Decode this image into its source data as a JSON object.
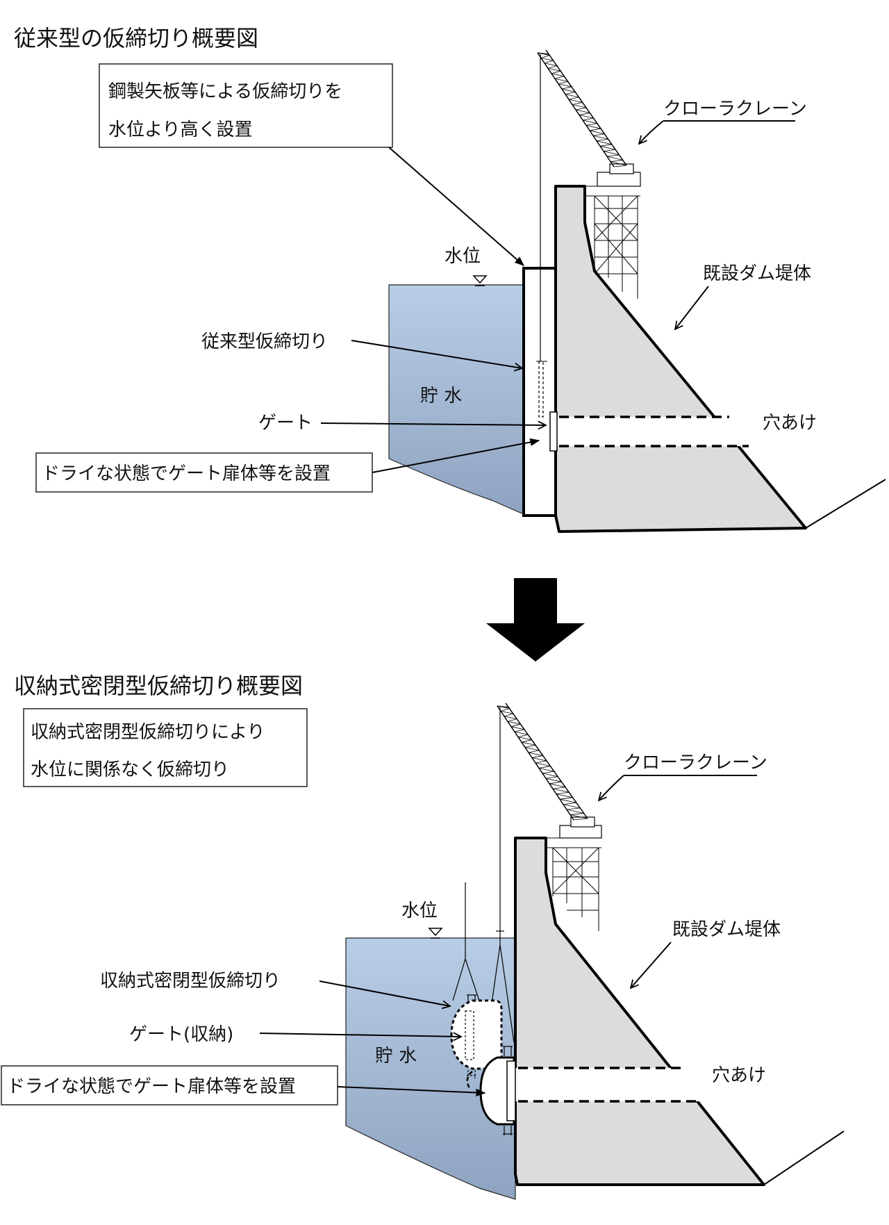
{
  "colors": {
    "water_top": "#b9cde6",
    "water_bottom": "#8ea3c0",
    "dam_fill": "#dcdcdc",
    "outline": "#000000",
    "arrow": "#000000"
  },
  "top": {
    "title": "従来型の仮締切り概要図",
    "callout_lines": [
      "鋼製矢板等による仮締切りを",
      "水位より高く設置"
    ],
    "labels": {
      "crane": "クローラクレーン",
      "water_level": "水位",
      "dam_body": "既設ダム堤体",
      "cofferdam": "従来型仮締切り",
      "reservoir": "貯 水",
      "gate": "ゲート",
      "drilling": "穴あけ",
      "dry_install": "ドライな状態でゲート扉体等を設置"
    }
  },
  "bottom": {
    "title": "収納式密閉型仮締切り概要図",
    "callout_lines": [
      "収納式密閉型仮締切りにより",
      "水位に関係なく仮締切り"
    ],
    "labels": {
      "crane": "クローラクレーン",
      "water_level": "水位",
      "dam_body": "既設ダム堤体",
      "cofferdam": "収納式密閉型仮締切り",
      "gate": "ゲート(収納)",
      "reservoir": "貯 水",
      "drilling": "穴あけ",
      "dry_install": "ドライな状態でゲート扉体等を設置"
    }
  },
  "icons": {
    "transition": "down-arrow-icon",
    "water_level_mark": "water-level-triangle-icon"
  }
}
